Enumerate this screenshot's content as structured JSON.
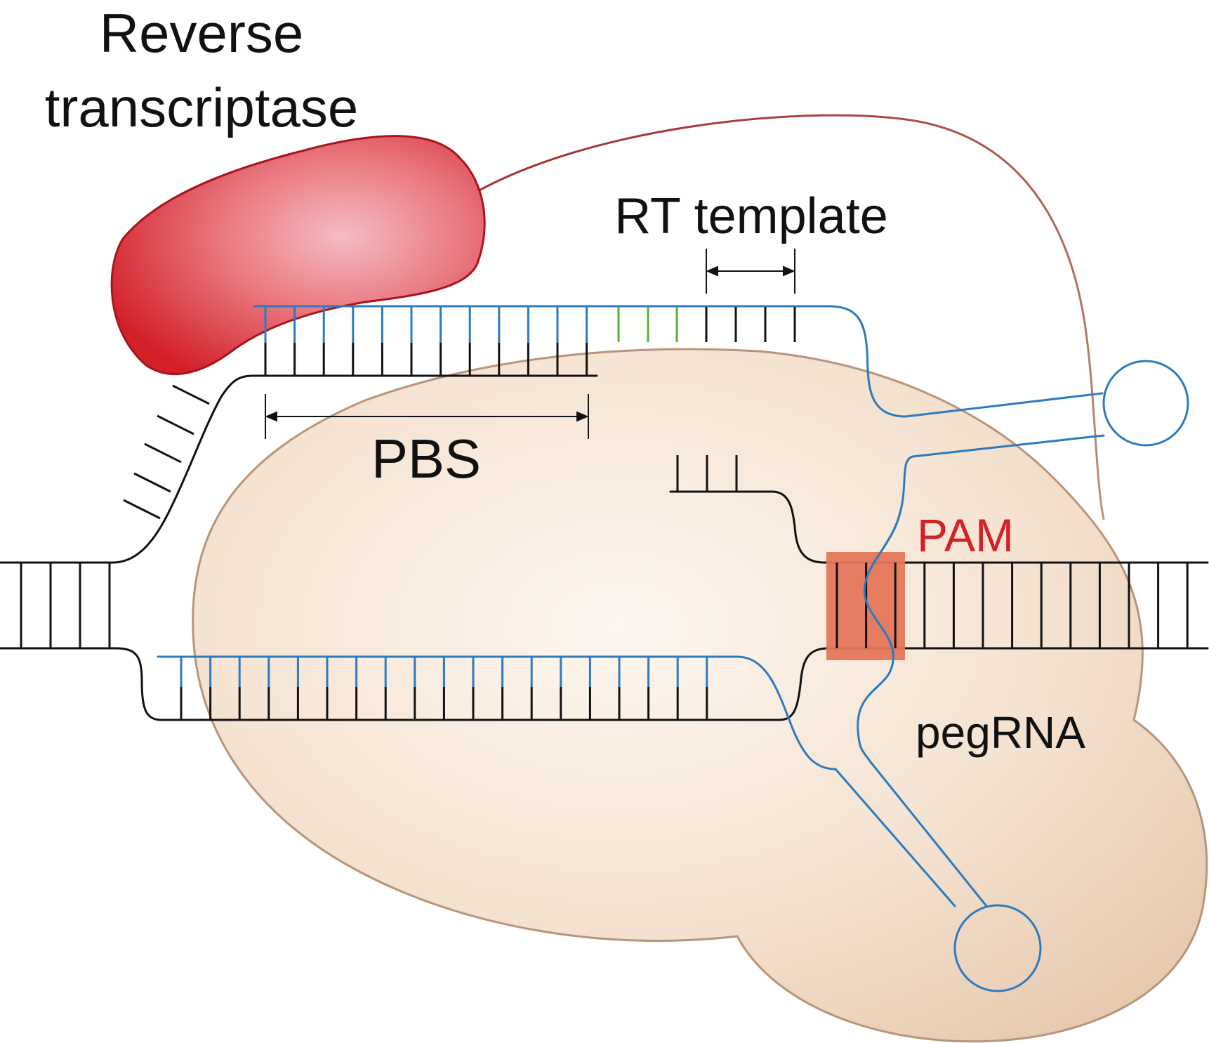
{
  "labels": {
    "enzyme_line1": "Reverse",
    "enzyme_line2": "transcriptase",
    "rt_template": "RT template",
    "pbs": "PBS",
    "pam": "PAM",
    "pegrna": "pegRNA"
  },
  "colors": {
    "enzyme": "#d8262c",
    "protein_body": "#ecd2b8",
    "protein_outline": "#b8947a",
    "dna": "#111111",
    "rna": "#2b7bc0",
    "edit": "#55b431",
    "pam_box": "#e5775a",
    "pam_text": "#d42027",
    "linker_start": "#a5262a",
    "linker_end": "#b8947a"
  }
}
